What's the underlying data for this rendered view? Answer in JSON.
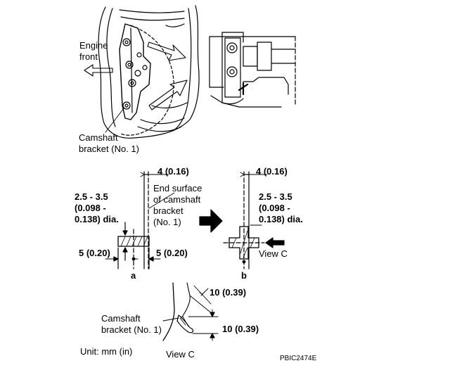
{
  "labels": {
    "engine_front": "Engine\nfront",
    "camshaft_bracket_top": "Camshaft\nbracket (No. 1)",
    "dim_a_top": "4 (0.16)",
    "dim_a_dia": "2.5 - 3.5\n(0.098 -\n0.138) dia.",
    "end_surface": "End surface\nof camshaft\nbracket\n(No. 1)",
    "dim_a_left": "5 (0.20)",
    "dim_a_right": "5 (0.20)",
    "point_a": "a",
    "dim_b_top": "4 (0.16)",
    "dim_b_dia": "2.5 - 3.5\n(0.098 -\n0.138) dia.",
    "view_c_arrow": "View C",
    "point_b": "b",
    "dim_c_upper": "10 (0.39)",
    "dim_c_lower": "10 (0.39)",
    "camshaft_bracket_bottom": "Camshaft\nbracket (No. 1)",
    "view_c_caption": "View C",
    "unit": "Unit: mm (in)",
    "figure_code": "PBIC2474E"
  },
  "colors": {
    "ink": "#000000",
    "paper": "#ffffff"
  }
}
